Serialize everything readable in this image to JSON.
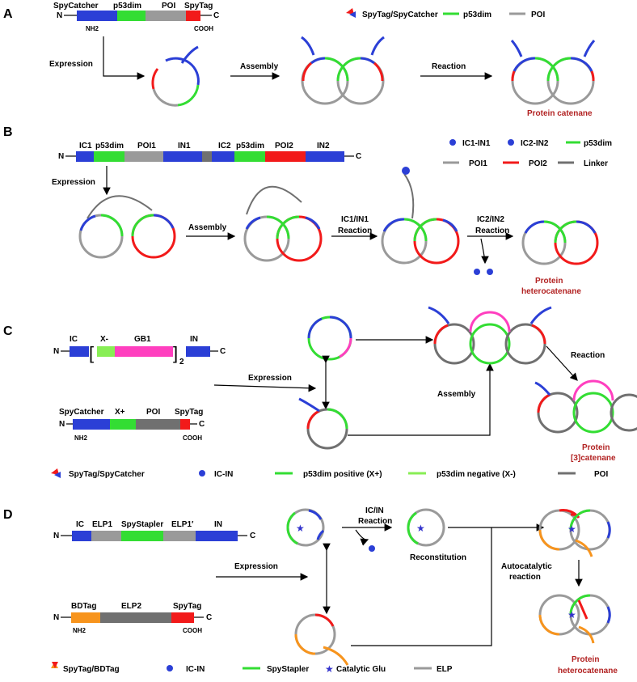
{
  "colors": {
    "blue": "#2b3fd6",
    "green": "#33dd33",
    "lightgreen": "#88ee55",
    "grey": "#9a9a9a",
    "darkgrey": "#707070",
    "red": "#f21a1a",
    "magenta": "#ff3fbf",
    "orange": "#f7941d",
    "purple": "#3333cc",
    "title_red": "#b22222"
  },
  "panels": {
    "A": {
      "letter": "A",
      "construct": {
        "n": "N",
        "c": "C",
        "segments": [
          "SpyCatcher",
          "p53dim",
          "POI",
          "SpyTag"
        ],
        "nh2": "NH2",
        "cooh": "COOH"
      },
      "legend": [
        "SpyTag/SpyCatcher",
        "p53dim",
        "POI"
      ],
      "steps": [
        "Expression",
        "Assembly",
        "Reaction"
      ],
      "product": "Protein catenane"
    },
    "B": {
      "letter": "B",
      "construct": {
        "n": "N",
        "c": "C",
        "segments": [
          "IC1",
          "p53dim",
          "POI1",
          "IN1",
          "IC2",
          "p53dim",
          "POI2",
          "IN2"
        ]
      },
      "legend": [
        "IC1-IN1",
        "IC2-IN2",
        "p53dim",
        "POI1",
        "POI2",
        "Linker"
      ],
      "steps": [
        "Expression",
        "Assembly",
        "IC1/IN1",
        "Reaction",
        "IC2/IN2",
        "Reaction"
      ],
      "product_line1": "Protein",
      "product_line2": "heterocatenane"
    },
    "C": {
      "letter": "C",
      "construct1": {
        "n": "N",
        "c": "C",
        "segments": [
          "IC",
          "X-",
          "GB1",
          "IN"
        ],
        "repeat": "2"
      },
      "construct2": {
        "n": "N",
        "c": "C",
        "segments": [
          "SpyCatcher",
          "X+",
          "POI",
          "SpyTag"
        ],
        "nh2": "NH2",
        "cooh": "COOH"
      },
      "steps": [
        "Expression",
        "Assembly",
        "Reaction"
      ],
      "product_line1": "Protein",
      "product_line2": "[3]catenane",
      "legend": [
        "SpyTag/SpyCatcher",
        "IC-IN",
        "p53dim positive (X+)",
        "p53dim negative (X-)",
        "POI"
      ]
    },
    "D": {
      "letter": "D",
      "construct1": {
        "n": "N",
        "c": "C",
        "segments": [
          "IC",
          "ELP1",
          "SpyStapler",
          "ELP1′",
          "IN"
        ]
      },
      "construct2": {
        "n": "N",
        "c": "C",
        "segments": [
          "BDTag",
          "ELP2",
          "SpyTag"
        ],
        "nh2": "NH2",
        "cooh": "COOH"
      },
      "steps": [
        "Expression",
        "IC/IN",
        "Reaction",
        "Reconstitution",
        "Autocatalytic",
        "reaction"
      ],
      "product_line1": "Protein",
      "product_line2": "heterocatenane",
      "legend": [
        "SpyTag/BDTag",
        "IC-IN",
        "SpyStapler",
        "Catalytic Glu",
        "ELP"
      ]
    }
  }
}
